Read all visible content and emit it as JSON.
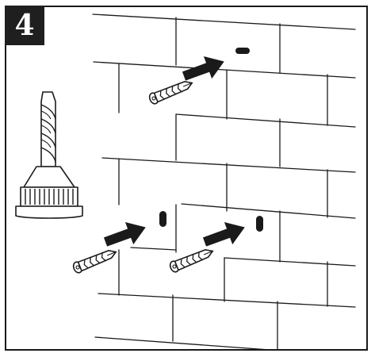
{
  "step": {
    "number": "4"
  },
  "palette": {
    "ink": "#1a1a1a",
    "badge_background": "#1f1f1f",
    "badge_text": "#ffffff",
    "paper": "#ffffff"
  },
  "illustration": {
    "icons": [
      "drill-bit-icon",
      "wall-plug-icon",
      "insertion-arrow-icon",
      "drilled-hole-icon",
      "brick-wall-icon"
    ],
    "wall_plug_count": 3,
    "drilled_hole_count": 3,
    "arrow_count": 3
  }
}
